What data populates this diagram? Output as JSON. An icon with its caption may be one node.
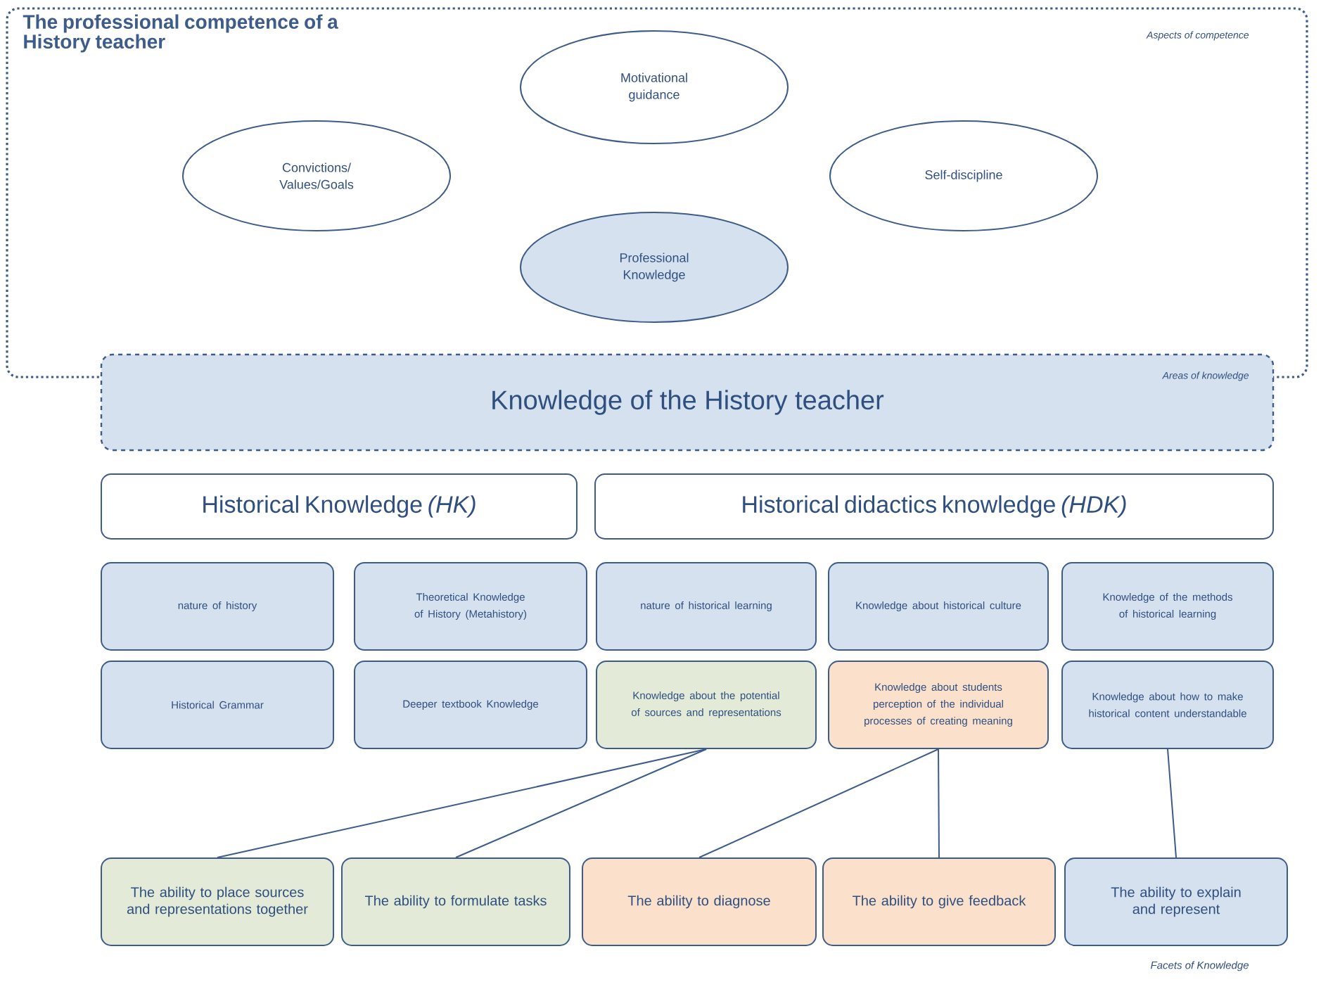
{
  "diagram": {
    "nodes": [
      {
        "text": [
          "The professional competence of a History teacher",
          "Aspects of competence"
        ]
      },
      {
        "text": [
          "Motivational guidance"
        ],
        "in": 0
      },
      {
        "text": [
          "Convictions/ Values/Goals"
        ],
        "in": 0
      },
      {
        "text": [
          "Self-discipline"
        ],
        "in": 0
      },
      {
        "text": [
          "Professional Knowledge"
        ],
        "in": 0
      },
      {
        "text": [
          "Knowledge of the History teacher",
          "Areas of knowledge"
        ]
      },
      {
        "text": [
          "Historical Knowledge *(HK)*"
        ]
      },
      {
        "text": [
          "Historical didactics knowledge *(HDK)*"
        ]
      },
      {
        "text": [
          "nature of history"
        ]
      },
      {
        "text": [
          "Theoretical Knowledge of History (Metahistory)"
        ]
      },
      {
        "text": [
          "nature of historical learning"
        ]
      },
      {
        "text": [
          "Knowledge about historical culture"
        ]
      },
      {
        "text": [
          "Knowledge of the methods of historical learning"
        ]
      },
      {
        "text": [
          "Historical Grammar"
        ]
      },
      {
        "text": [
          "Deeper textbook Knowledge"
        ]
      },
      {
        "text": [
          "Knowledge about the potential of sources and representations"
        ]
      },
      {
        "text": [
          "Knowledge about students perception of the individual processes of creating meaning"
        ]
      },
      {
        "text": [
          "Knowledge about how to make historical content understandable"
        ]
      },
      {
        "text": [
          "The ability to place sources and representations together"
        ]
      },
      {
        "text": [
          "The ability to formulate tasks"
        ]
      },
      {
        "text": [
          "The ability to diagnose"
        ]
      },
      {
        "text": [
          "The ability to give feedback"
        ]
      },
      {
        "text": [
          "The ability to explain and represent"
        ]
      }
    ],
    "edges": [
      {
        "from": 15,
        "to": 18,
        "arrow": "none"
      },
      {
        "from": 15,
        "to": 19,
        "arrow": "none"
      },
      {
        "from": 16,
        "to": 20,
        "arrow": "none"
      },
      {
        "from": 16,
        "to": 21,
        "arrow": "none"
      },
      {
        "from": 17,
        "to": 22,
        "arrow": "none"
      }
    ],
    "labels": [
      "Facets of Knowledge"
    ]
  }
}
